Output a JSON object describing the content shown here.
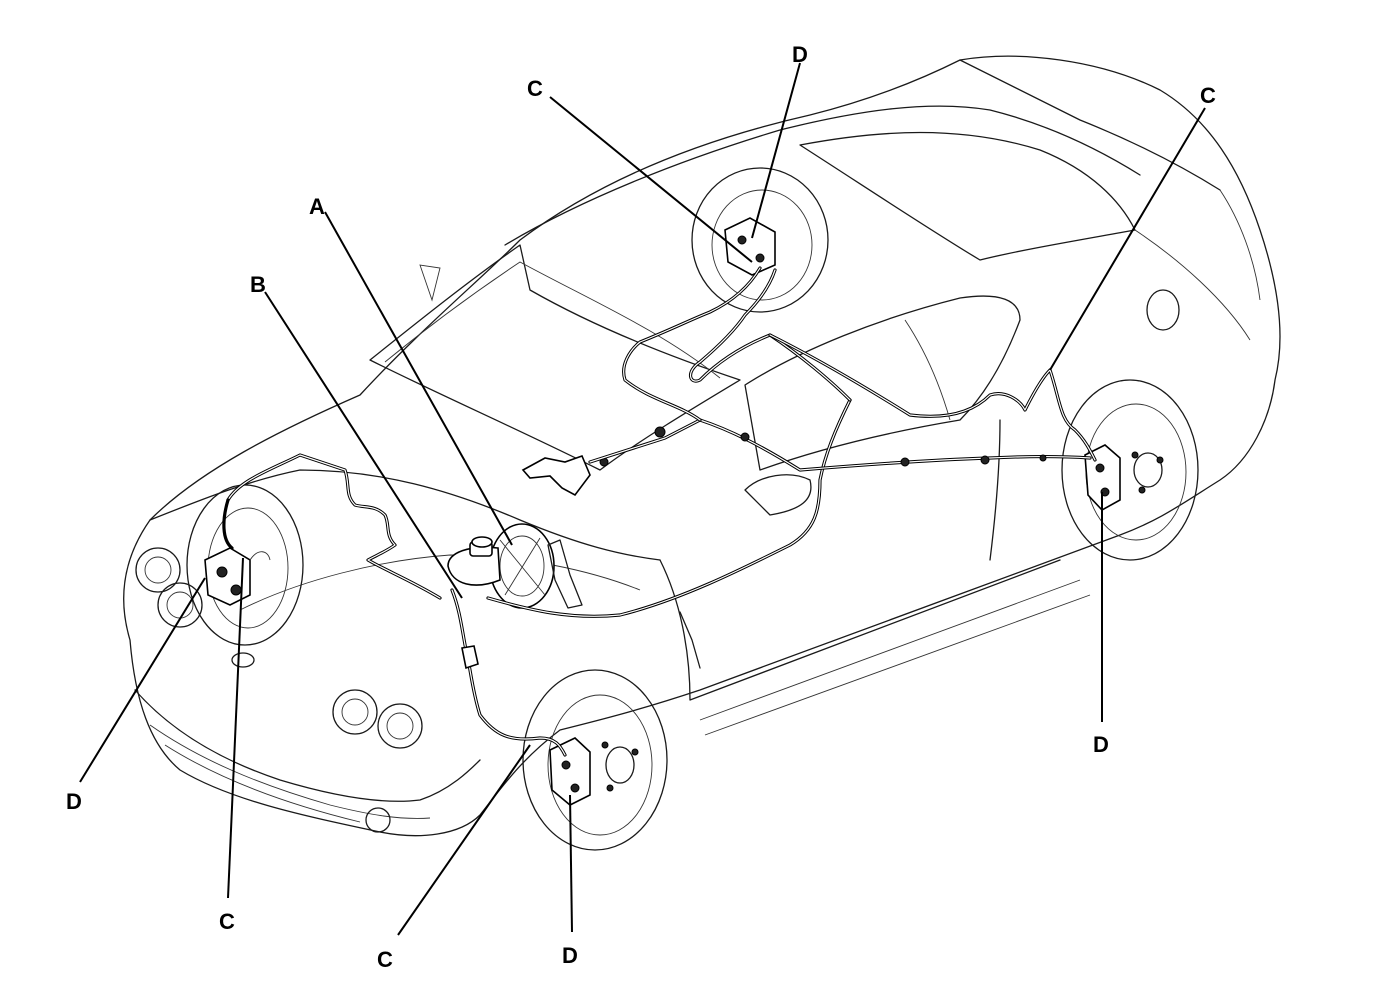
{
  "labels": {
    "a": "A",
    "b": "B",
    "c1": "C",
    "c2": "C",
    "c3": "C",
    "c4": "C",
    "d1": "D",
    "d2": "D",
    "d3": "D",
    "d4": "D"
  }
}
